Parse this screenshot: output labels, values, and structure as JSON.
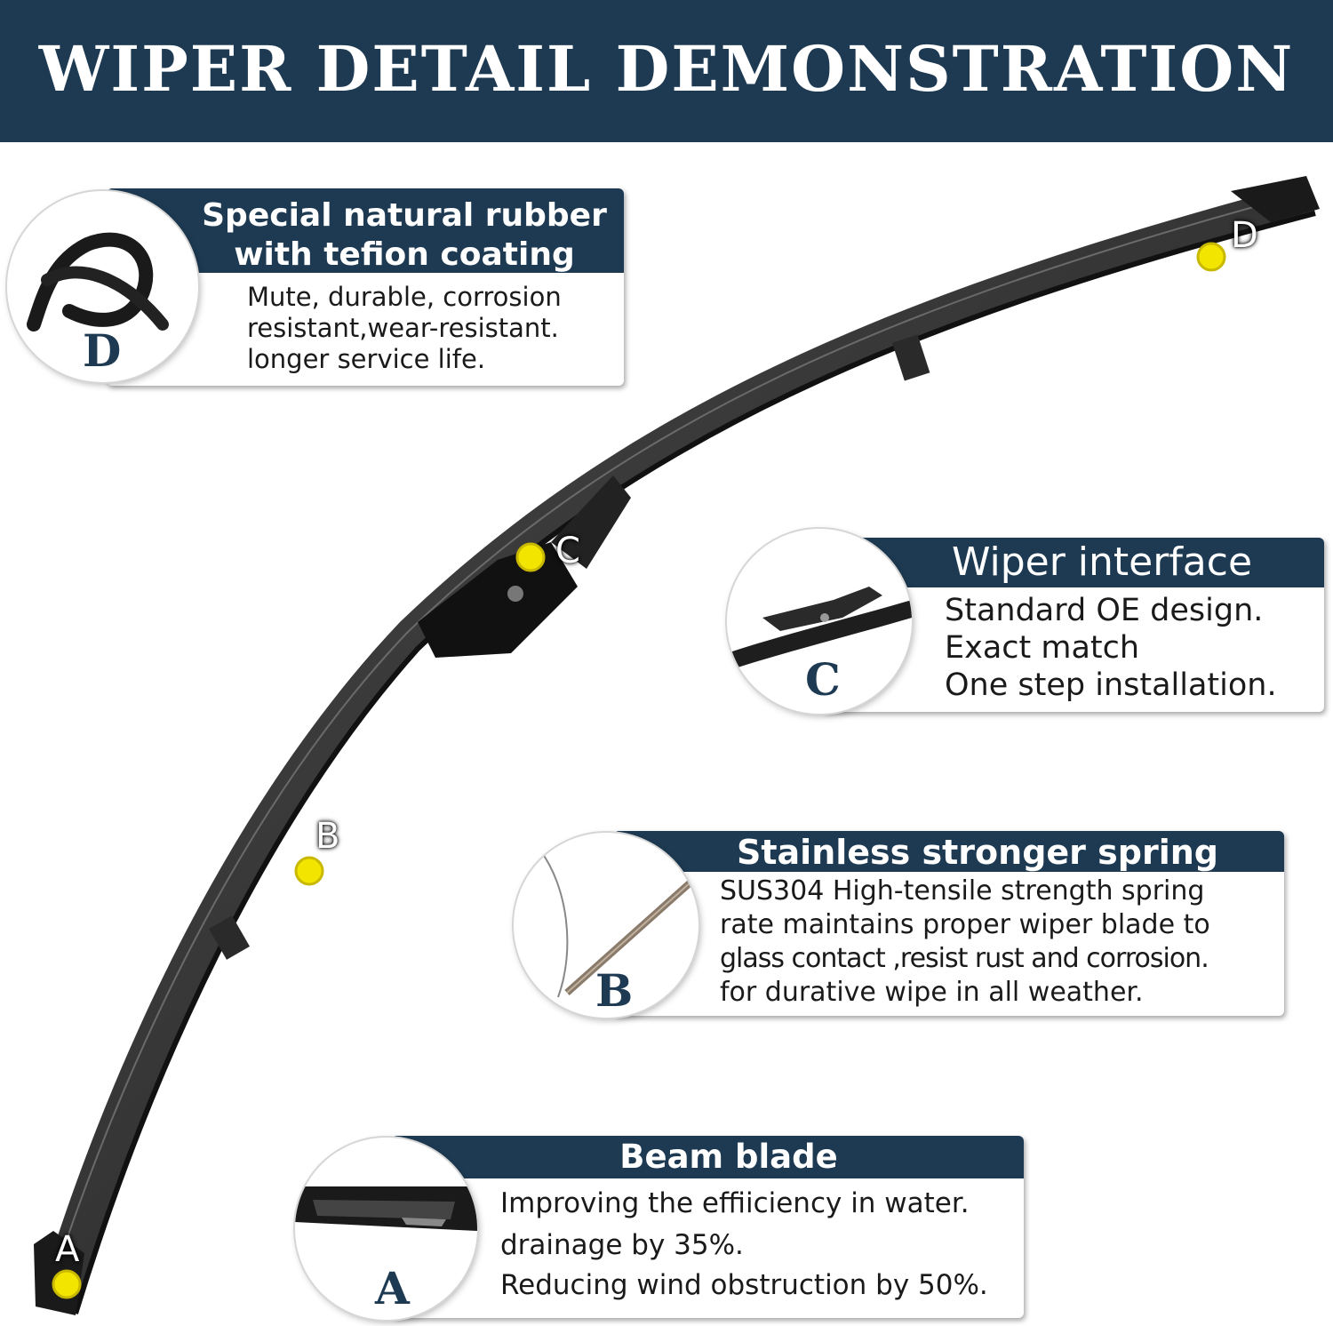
{
  "banner": {
    "title": "WIPER DETAIL DEMONSTRATION"
  },
  "markers": {
    "a": "A",
    "b": "B",
    "c": "C",
    "d": "D"
  },
  "callouts": {
    "rubber": {
      "title_lines": [
        "Special natural rubber",
        "with tefion coating"
      ],
      "lines": [
        "Mute, durable, corrosion",
        "resistant,wear-resistant.",
        "longer service life."
      ],
      "letter": "D"
    },
    "interface": {
      "title": "Wiper interface",
      "lines": [
        "Standard OE design.",
        "Exact match",
        "One step installation."
      ],
      "letter": "C"
    },
    "spring": {
      "title": "Stainless stronger spring",
      "lines": [
        "SUS304 High-tensile strength spring",
        "rate maintains proper wiper blade to",
        "glass contact ,resist rust and corrosion.",
        "for durative wipe in all weather."
      ],
      "letter": "B"
    },
    "beam": {
      "title": "Beam blade",
      "lines": [
        "Improving the effiiciency in water.",
        "drainage by 35%.",
        "Reducing wind obstruction by 50%."
      ],
      "letter": "A"
    }
  },
  "colors": {
    "navy": "#1d3a52",
    "marker": "#f2e600",
    "blade": "#2e2e2e"
  }
}
